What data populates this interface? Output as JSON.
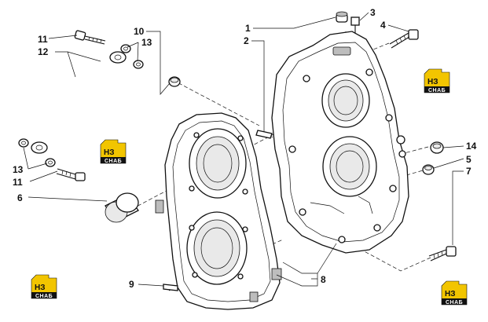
{
  "callouts": [
    "1",
    "2",
    "3",
    "4",
    "5",
    "6",
    "7",
    "8",
    "9",
    "10",
    "11",
    "11",
    "12",
    "13",
    "13",
    "14"
  ],
  "watermark": {
    "letters": "НЗ",
    "word": "СНАБ",
    "accent": "#f2c500"
  },
  "colors": {
    "line": "#111111",
    "background": "#ffffff"
  }
}
